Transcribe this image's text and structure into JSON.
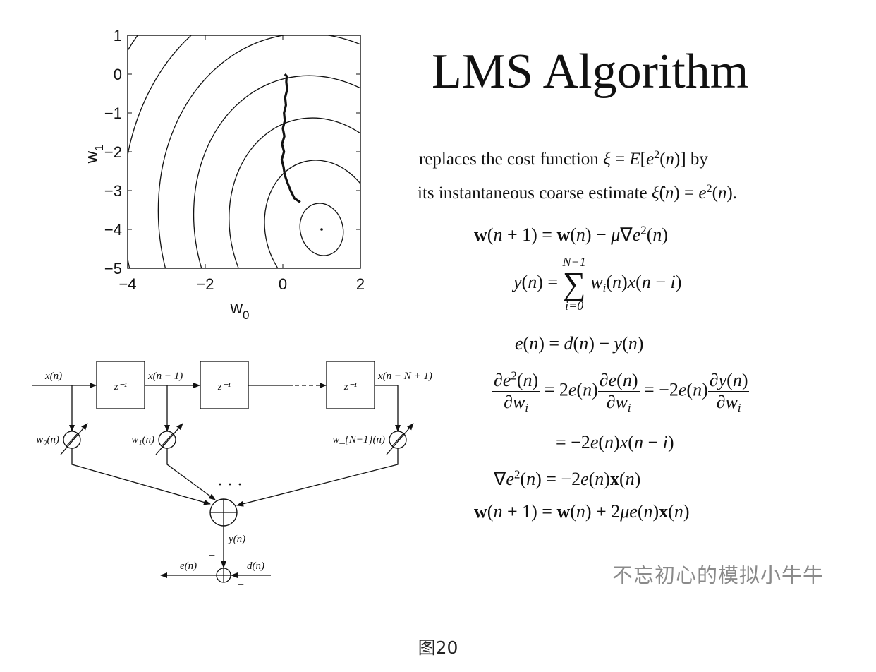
{
  "title": "LMS Algorithm",
  "description_lines": [
    "replaces the cost function ξ = E[e²(n)] by",
    "its instantaneous coarse estimate ξ̂(n) = e²(n)."
  ],
  "equations": {
    "eq1": "w(n + 1) = w(n) − μ∇e²(n)",
    "eq2": "y(n) = Σ_{i=0}^{N−1} w_i(n)x(n − i)",
    "eq3": "e(n) = d(n) − y(n)",
    "eq4": "∂e²(n)/∂w_i = 2e(n) ∂e(n)/∂w_i = −2e(n) ∂y(n)/∂w_i",
    "eq5": "= −2e(n)x(n − i)",
    "eq6": "∇e²(n) = −2e(n)x(n)",
    "eq7": "w(n + 1) = w(n) + 2μe(n)x(n)"
  },
  "chart_data": {
    "type": "contour",
    "xlabel": "w0",
    "ylabel": "w1",
    "xlim": [
      -4,
      2
    ],
    "ylim": [
      -5,
      1
    ],
    "xticks": [
      -4,
      -2,
      0,
      2
    ],
    "yticks": [
      1,
      0,
      -1,
      -2,
      -3,
      -4,
      -5
    ],
    "minimum": [
      1.0,
      -4.0
    ],
    "contour_levels": [
      {
        "semi_x": 0.55,
        "semi_y": 0.68
      },
      {
        "semi_x": 1.45,
        "semi_y": 1.8
      },
      {
        "semi_x": 2.35,
        "semi_y": 2.9
      },
      {
        "semi_x": 3.25,
        "semi_y": 4.0
      },
      {
        "semi_x": 4.15,
        "semi_y": 5.1
      },
      {
        "semi_x": 5.05,
        "semi_y": 6.2
      },
      {
        "semi_x": 5.95,
        "semi_y": 7.3
      }
    ],
    "trajectory": [
      [
        0.05,
        0.0
      ],
      [
        0.1,
        -0.05
      ],
      [
        0.09,
        -0.2
      ],
      [
        0.11,
        -0.4
      ],
      [
        0.06,
        -0.6
      ],
      [
        0.08,
        -0.8
      ],
      [
        0.03,
        -1.0
      ],
      [
        0.05,
        -1.2
      ],
      [
        0.0,
        -1.4
      ],
      [
        0.04,
        -1.6
      ],
      [
        -0.02,
        -1.8
      ],
      [
        0.03,
        -2.0
      ],
      [
        -0.03,
        -2.2
      ],
      [
        0.02,
        -2.4
      ],
      [
        0.05,
        -2.6
      ],
      [
        0.12,
        -2.8
      ],
      [
        0.2,
        -3.0
      ],
      [
        0.3,
        -3.2
      ],
      [
        0.45,
        -3.3
      ]
    ]
  },
  "filter_diagram": {
    "input_label": "x(n)",
    "delay_label": "z⁻¹",
    "tap_labels": [
      "x(n − 1)",
      "x(n − N + 1)"
    ],
    "weight_labels": [
      "w₀(n)",
      "w₁(n)",
      "w_{N−1}(n)"
    ],
    "ellipsis": "· · ·",
    "output_label": "y(n)",
    "error_label": "e(n)",
    "desired_label": "d(n)",
    "minus_sign": "−",
    "plus_sign": "+"
  },
  "watermark": "不忘初心的模拟小牛牛",
  "caption": "图20"
}
